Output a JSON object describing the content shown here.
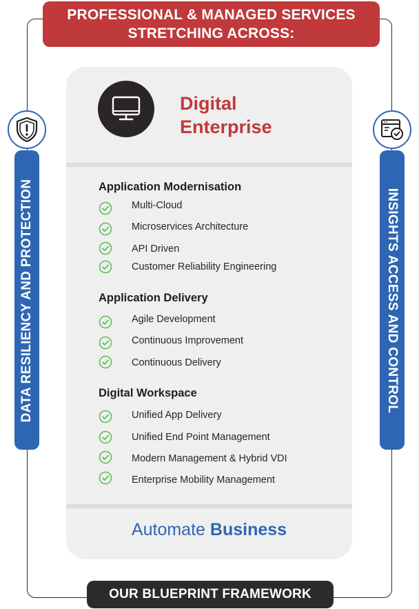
{
  "banner": {
    "line1": "PROFESSIONAL & MANAGED SERVICES",
    "line2": "STRETCHING ACROSS:"
  },
  "card": {
    "title_line1": "Digital",
    "title_line2": "Enterprise",
    "icon": "monitor-icon",
    "sections": [
      {
        "heading": "Application Modernisation",
        "items": [
          "Multi-Cloud",
          "Microservices Architecture",
          "API Driven",
          "Customer Reliability Engineering"
        ]
      },
      {
        "heading": "Application Delivery",
        "items": [
          "Agile Development",
          "Continuous Improvement",
          "Continuous Delivery"
        ]
      },
      {
        "heading": "Digital Workspace",
        "items": [
          "Unified App Delivery",
          "Unified End Point Management",
          "Modern Management & Hybrid VDI",
          "Enterprise Mobility Management"
        ]
      }
    ],
    "footer_word1": "Automate",
    "footer_word2": "Business"
  },
  "left_pillar": {
    "label": "DATA RESILIENCY AND PROTECTION",
    "icon": "shield-icon"
  },
  "right_pillar": {
    "label": "INSIGHTS ACCESS AND CONTROL",
    "icon": "browser-check-icon"
  },
  "bottom_banner": {
    "label": "OUR BLUEPRINT FRAMEWORK"
  },
  "colors": {
    "red": "#c0393b",
    "blue": "#2f66b3",
    "dark": "#2b2b2b",
    "check_green": "#5cc05a",
    "card_bg": "#efefef"
  }
}
